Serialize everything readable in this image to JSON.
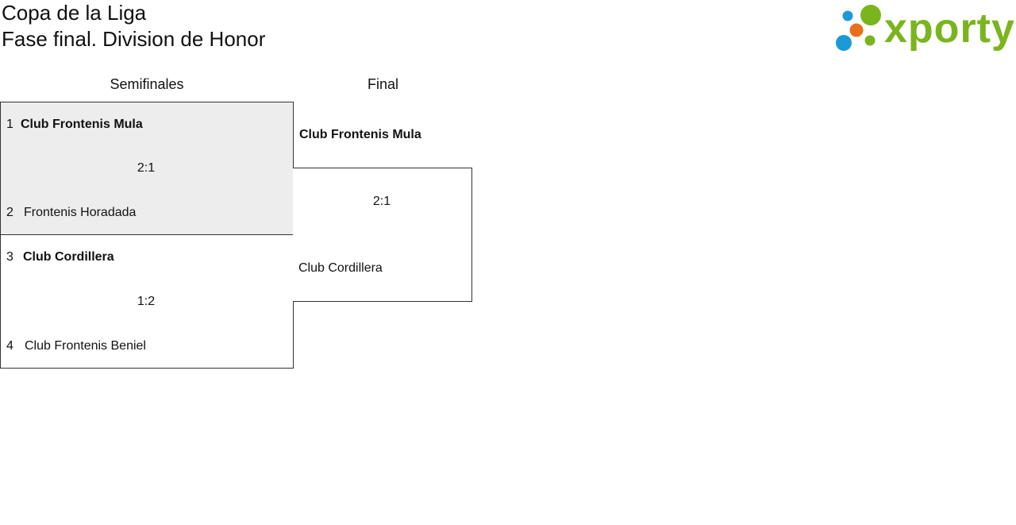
{
  "header": {
    "title_line1": "Copa de la Liga",
    "title_line2": "Fase final. Division de Honor",
    "logo_text": "xporty"
  },
  "columns": {
    "semifinal": "Semifinales",
    "final": "Final"
  },
  "semifinals": [
    {
      "team_a": {
        "seed": "1",
        "name": "Club Frontenis Mula"
      },
      "score": "2:1",
      "team_b": {
        "seed": "2",
        "name": "Frontenis Horadada"
      }
    },
    {
      "team_a": {
        "seed": "3",
        "name": "Club Cordillera"
      },
      "score": "1:2",
      "team_b": {
        "seed": "4",
        "name": "Club Frontenis Beniel"
      }
    }
  ],
  "final": {
    "team_a": "Club Frontenis Mula",
    "score": "2:1",
    "team_b": "Club Cordillera"
  },
  "colors": {
    "logo_green": "#7ab51d",
    "logo_blue": "#1a9ad6",
    "logo_orange": "#e8701a",
    "highlight_bg": "#ededed"
  }
}
